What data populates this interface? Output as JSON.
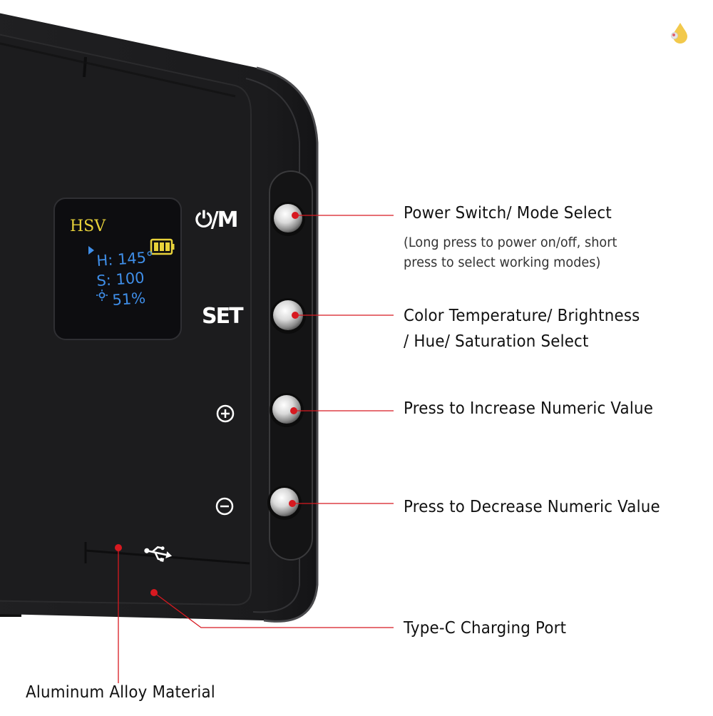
{
  "screen": {
    "mode": "HSV",
    "hue_line": "H: 145°",
    "sat_line": "S: 100",
    "bright_line": "51%"
  },
  "buttons": {
    "power_mode": "⏻/M",
    "set": "SET"
  },
  "callouts": {
    "power_title": "Power Switch/ Mode Select",
    "power_desc_1": "(Long press to power on/off, short",
    "power_desc_2": "press to select working modes)",
    "set_line_1": "Color Temperature/ Brightness",
    "set_line_2": "/ Hue/ Saturation Select",
    "plus": "Press to Increase Numeric Value",
    "minus": "Press to Decrease Numeric Value",
    "typec": "Type-C Charging Port",
    "material": "Aluminum Alloy Material"
  },
  "colors": {
    "accent": "#d71920",
    "screen_yellow": "#e8d23a",
    "screen_blue": "#3f8ee8",
    "body": "#1f1f21"
  }
}
